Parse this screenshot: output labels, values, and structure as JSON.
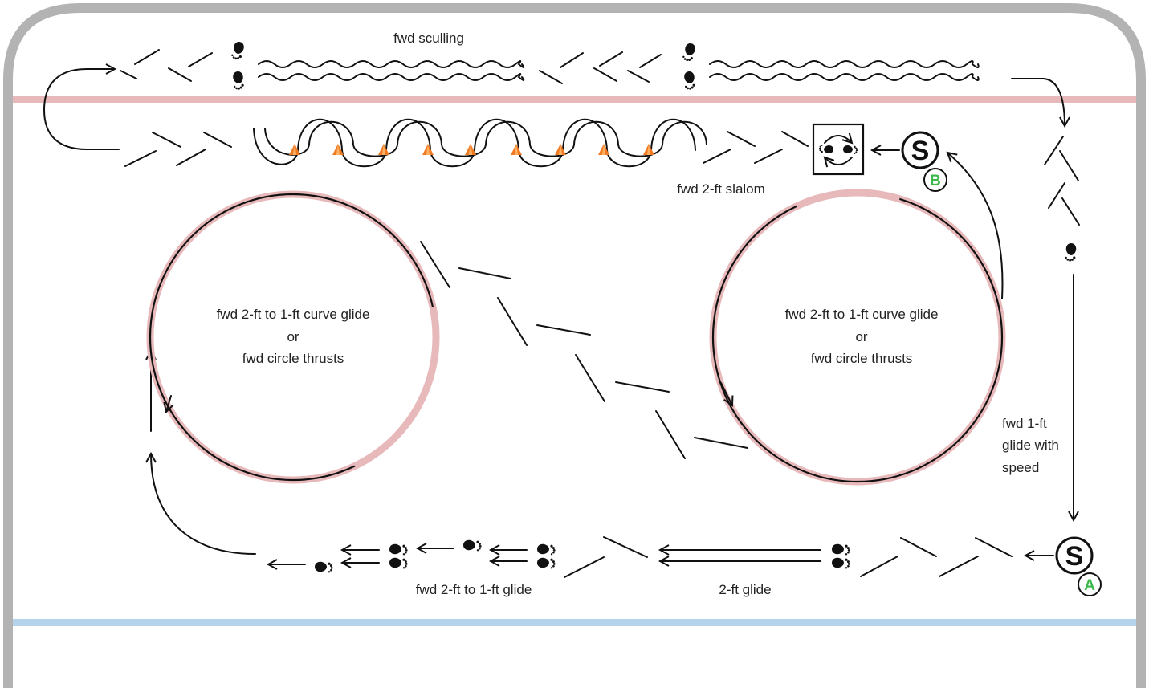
{
  "labels": {
    "sculling": "fwd sculling",
    "slalom": "fwd 2-ft slalom",
    "left_circle_line1": "fwd 2-ft to 1-ft curve glide",
    "left_circle_line2": "or",
    "left_circle_line3": "fwd circle thrusts",
    "right_circle_line1": "fwd 2-ft to 1-ft curve glide",
    "right_circle_line2": "or",
    "right_circle_line3": "fwd circle thrusts",
    "one_ft_line1": "fwd 1-ft",
    "one_ft_line2": "glide with",
    "one_ft_line3": "speed",
    "glide_2ft_to_1ft": "fwd 2-ft to 1-ft glide",
    "glide_2ft": "2-ft glide"
  },
  "stations": {
    "start_a_letter": "S",
    "start_a_badge": "A",
    "start_b_letter": "S",
    "start_b_badge": "B"
  },
  "icons": {
    "cone": "cone-icon",
    "skate_mark": "skate-footprint-icon",
    "spin_box": "spin-box-icon"
  },
  "colors": {
    "boards": "#b3b3b3",
    "red_line": "#e8b9bb",
    "blue_line": "#b5d3ea",
    "circle": "#e8b9bb",
    "cone": "#f07a22",
    "badge": "#3cb84a",
    "ink": "#111111"
  }
}
